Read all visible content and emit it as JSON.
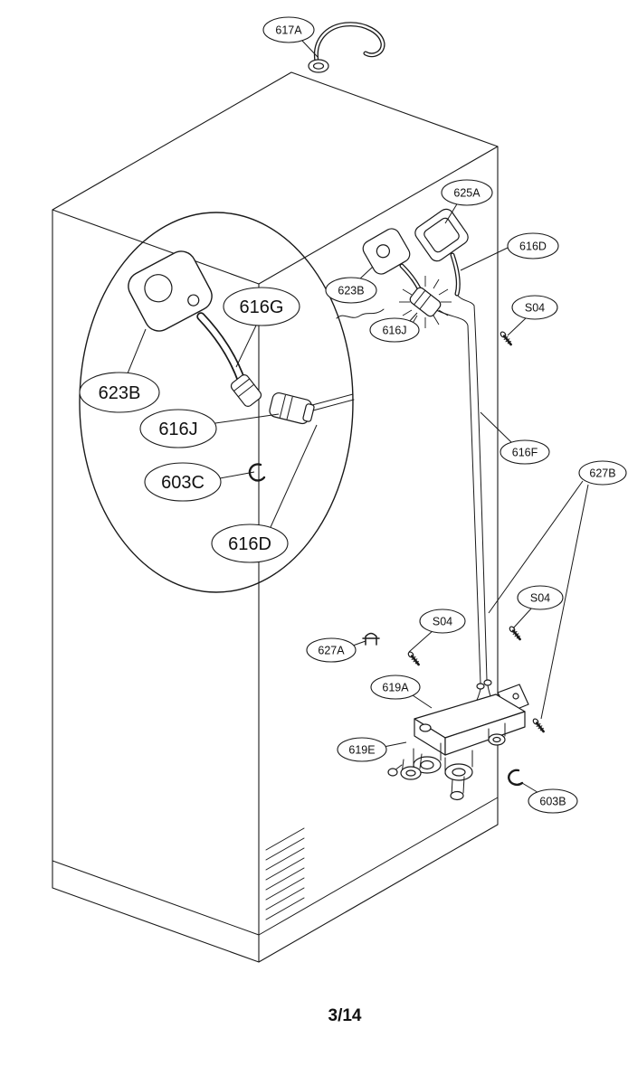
{
  "page": {
    "footer": "3/14"
  },
  "colors": {
    "ink": "#1a1a1a",
    "paper": "#ffffff"
  },
  "diagram": {
    "type": "exploded-parts-diagram",
    "subject": "refrigerator water valve and tube assembly",
    "labels": [
      {
        "key": "617A-hose",
        "text": "617A"
      },
      {
        "key": "625A-bracket",
        "text": "625A"
      },
      {
        "key": "616D-top",
        "text": "616D"
      },
      {
        "key": "623B-top",
        "text": "623B"
      },
      {
        "key": "S04-top",
        "text": "S04"
      },
      {
        "key": "616J-top",
        "text": "616J"
      },
      {
        "key": "616G-detail",
        "text": "616G"
      },
      {
        "key": "623B-detail",
        "text": "623B"
      },
      {
        "key": "616J-detail",
        "text": "616J"
      },
      {
        "key": "603C-detail",
        "text": "603C"
      },
      {
        "key": "616D-detail",
        "text": "616D"
      },
      {
        "key": "616F-tube",
        "text": "616F"
      },
      {
        "key": "627B-clamps",
        "text": "627B"
      },
      {
        "key": "S04-right",
        "text": "S04"
      },
      {
        "key": "S04-mid",
        "text": "S04"
      },
      {
        "key": "627A-clip",
        "text": "627A"
      },
      {
        "key": "619A-valve",
        "text": "619A"
      },
      {
        "key": "619E-valve",
        "text": "619E"
      },
      {
        "key": "603B-clip",
        "text": "603B"
      }
    ]
  }
}
